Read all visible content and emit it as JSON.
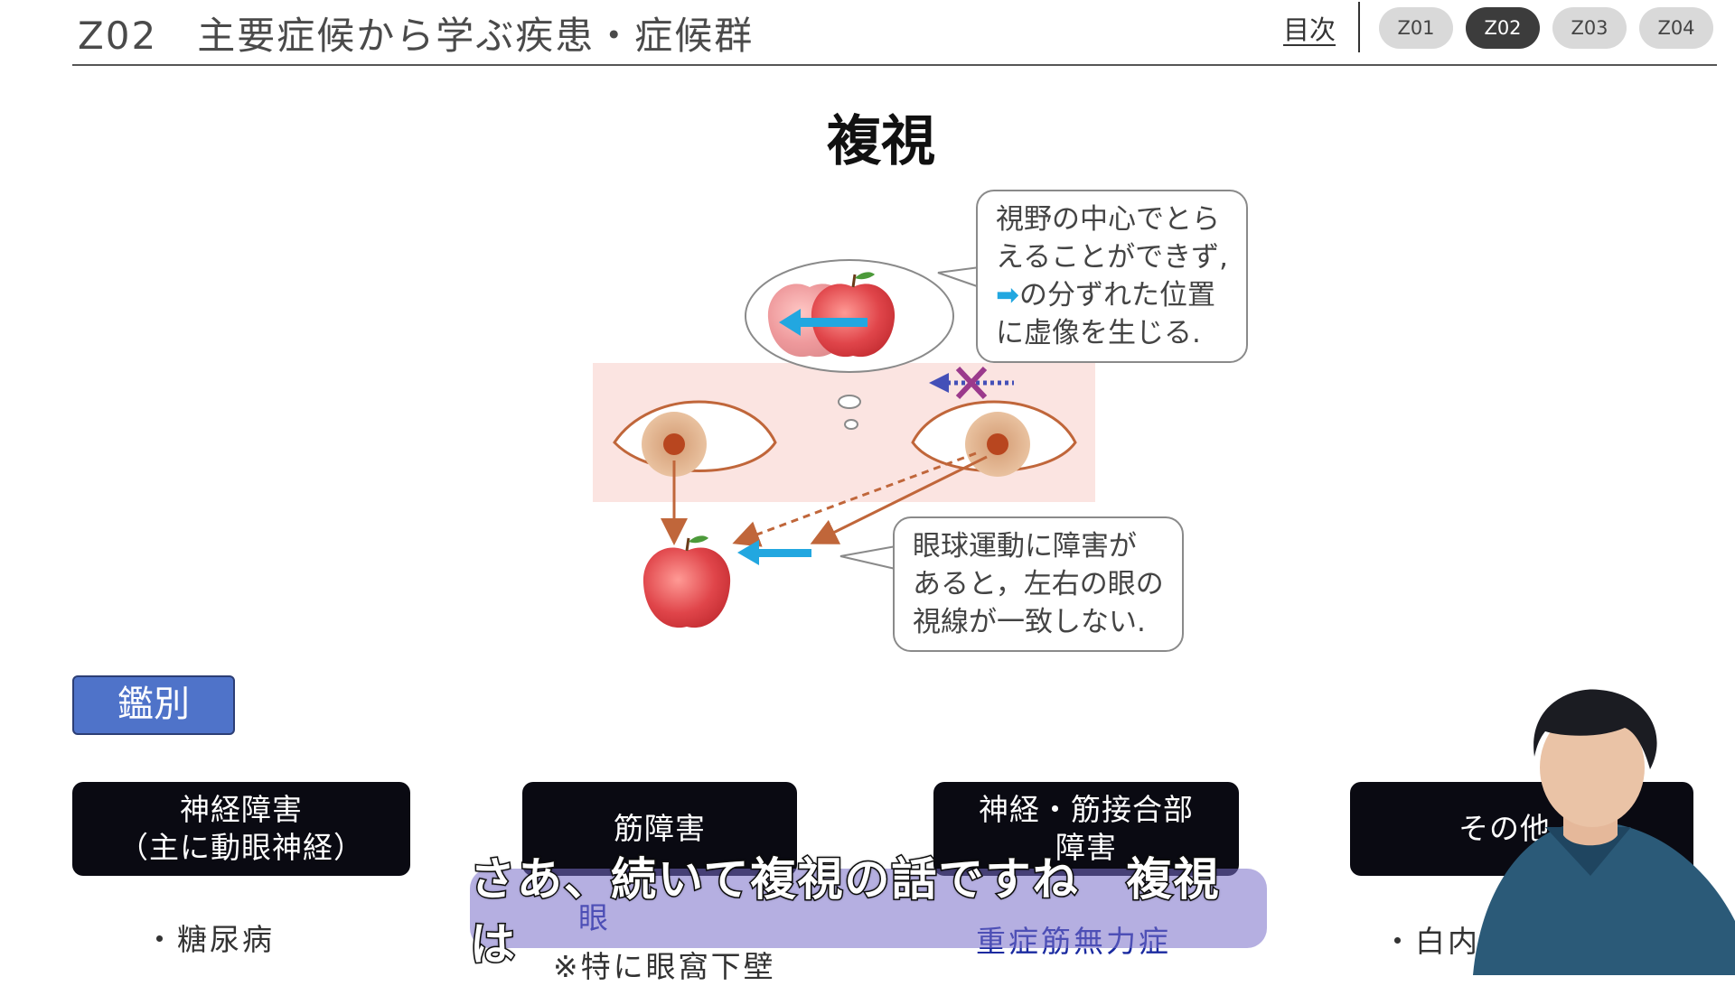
{
  "header": {
    "title": "Z02　主要症候から学ぶ疾患・症候群",
    "toc_label": "目次",
    "tabs": [
      {
        "label": "Z01",
        "active": false
      },
      {
        "label": "Z02",
        "active": true
      },
      {
        "label": "Z03",
        "active": false
      },
      {
        "label": "Z04",
        "active": false
      }
    ]
  },
  "slide": {
    "title": "複視",
    "bubble_top": {
      "line1": "視野の中心でとら",
      "line2": "えることができず,",
      "line3_arrow": "➡",
      "line3": "の分ずれた位置",
      "line4": "に虚像を生じる."
    },
    "bubble_bottom": {
      "line1": "眼球運動に障害が",
      "line2": "あると，左右の眼の",
      "line3": "視線が一致しない."
    },
    "differential_label": "鑑別",
    "categories": [
      {
        "label": "神経障害\n（主に動眼神経）"
      },
      {
        "label": "筋障害"
      },
      {
        "label": "神経・筋接合部\n障害"
      },
      {
        "label": "その他"
      }
    ],
    "notes": {
      "col1": "・糖尿病",
      "col2a": "眼",
      "col2b": "※特に眼窩下壁",
      "col3": "重症筋無力症",
      "col4": "・白内"
    }
  },
  "subtitle": "さあ、続いて複視の話ですね　複視は",
  "colors": {
    "accent_blue": "#4f73c9",
    "category_bg": "#0a0a12",
    "arrow_cyan": "#22a7e0",
    "arrow_brown": "#c0663a",
    "apple_red": "#e0454a",
    "eye_tint": "#fbe4e1"
  },
  "icons": [
    "apple-icon",
    "eye-icon",
    "arrow-icon",
    "cross-icon",
    "presenter-avatar"
  ]
}
